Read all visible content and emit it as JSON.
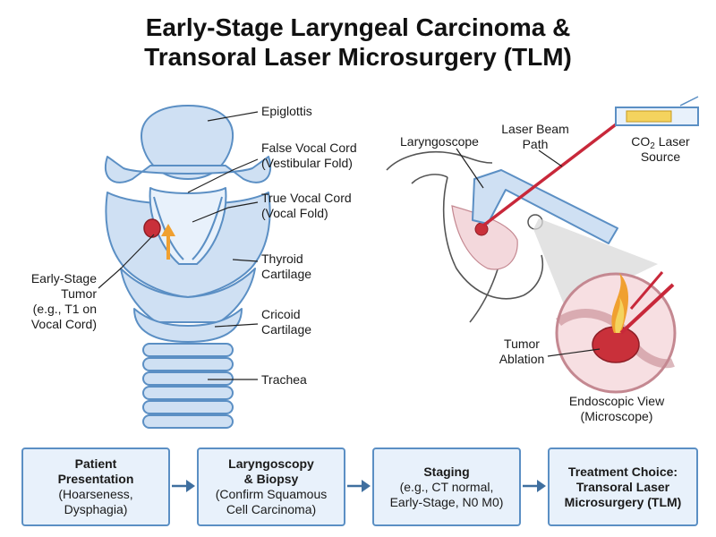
{
  "title": {
    "line1": "Early-Stage Laryngeal Carcinoma &",
    "line2": "Transoral Laser Microsurgery (TLM)"
  },
  "anatomy_labels": {
    "epiglottis": "Epiglottis",
    "false_cord_1": "False Vocal Cord",
    "false_cord_2": "(Vestibular Fold)",
    "true_cord_1": "True Vocal Cord",
    "true_cord_2": "(Vocal Fold)",
    "thyroid_1": "Thyroid",
    "thyroid_2": "Cartilage",
    "cricoid_1": "Cricoid",
    "cricoid_2": "Cartilage",
    "trachea": "Trachea",
    "tumor_1": "Early-Stage",
    "tumor_2": "Tumor",
    "tumor_3": "(e.g., T1 on",
    "tumor_4": "Vocal Cord)"
  },
  "surgery_labels": {
    "laryngoscope": "Laryngoscope",
    "laser_path_1": "Laser Beam",
    "laser_path_2": "Path",
    "laser_source_co": "CO",
    "laser_source_sub": "2",
    "laser_source_rest": " Laser",
    "laser_source_2": "Source",
    "ablation_1": "Tumor",
    "ablation_2": "Ablation",
    "view_1": "Endoscopic View",
    "view_2": "(Microscope)"
  },
  "flow": [
    {
      "title": "Patient Presentation",
      "title_1": "Patient",
      "title_2": "Presentation",
      "detail_1": "(Hoarseness,",
      "detail_2": "Dysphagia)"
    },
    {
      "title_1": "Laryngoscopy",
      "title_2": "& Biopsy",
      "detail_1": "(Confirm Squamous",
      "detail_2": "Cell Carcinoma)"
    },
    {
      "title_1": "Staging",
      "detail_1": "(e.g., CT normal,",
      "detail_2": "Early-Stage, N0 M0)"
    },
    {
      "title_1": "Treatment Choice:",
      "title_2": "Transoral Laser",
      "title_3": "Microsurgery (TLM)"
    }
  ],
  "colors": {
    "cartilage_fill": "#cfe0f3",
    "cartilage_stroke": "#5b8fc4",
    "tumor": "#c9303a",
    "arrow_orange": "#f0a030",
    "laser_red": "#c8283a",
    "box_fill": "#e8f1fb"
  }
}
